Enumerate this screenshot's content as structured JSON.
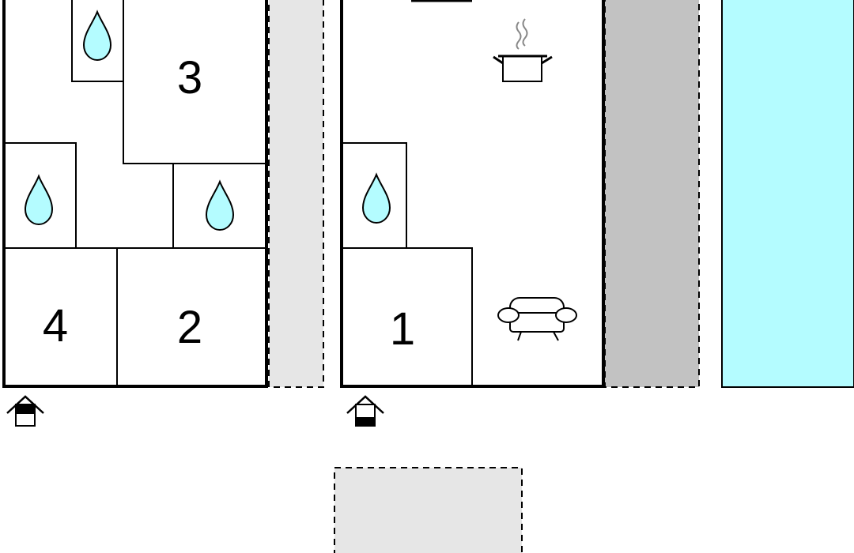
{
  "plan": {
    "rooms": [
      {
        "id": "room-3",
        "label": "3"
      },
      {
        "id": "room-4",
        "label": "4"
      },
      {
        "id": "room-2",
        "label": "2"
      },
      {
        "id": "room-1",
        "label": "1"
      }
    ],
    "icons": [
      "water-drop-icon",
      "cooking-pot-icon",
      "sofa-icon",
      "house-entrance-icon"
    ],
    "colors": {
      "pool": "#b4fcff",
      "terrace_light": "#e6e6e6",
      "terrace_dark": "#c2c2c2",
      "drop": "#b4fcff",
      "line": "#000000"
    }
  }
}
